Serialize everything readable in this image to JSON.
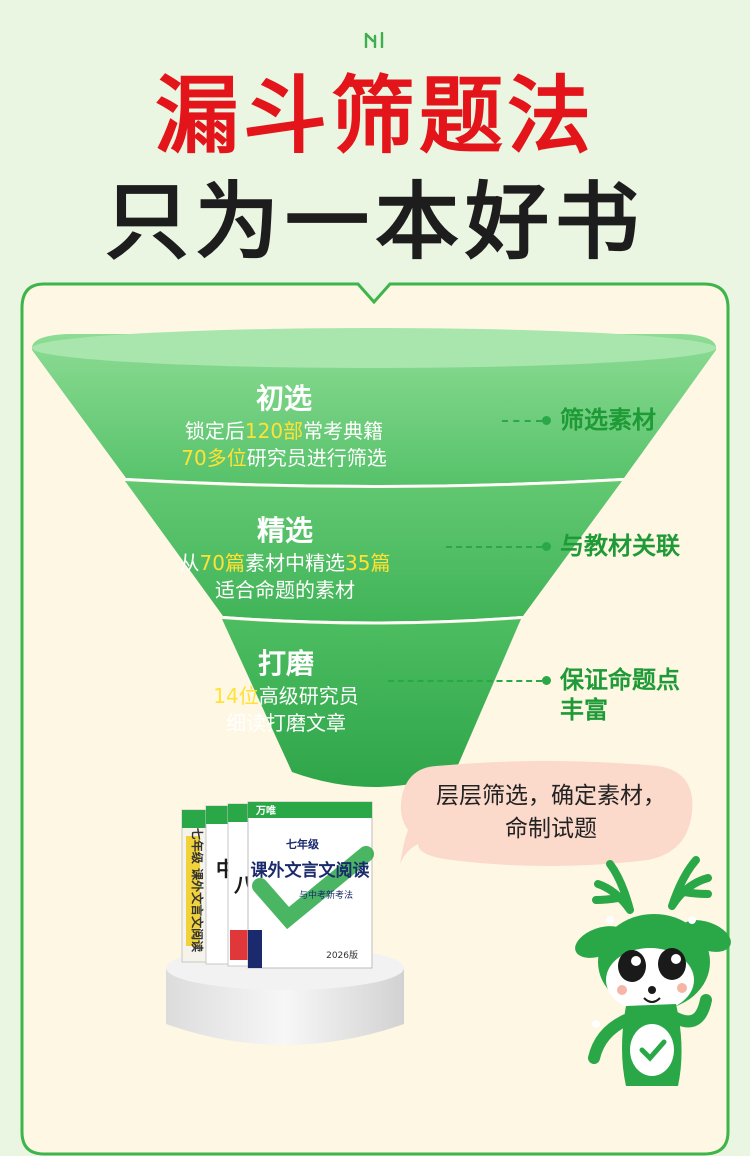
{
  "header": {
    "title_main": "漏斗筛题法",
    "title_sub": "只为一本好书"
  },
  "funnel": {
    "stages": [
      {
        "name": "初选",
        "line1": {
          "pre": "锁定后",
          "hl": "120部",
          "post": "常考典籍"
        },
        "line2": {
          "pre": "",
          "hl": "70多位",
          "post": "研究员进行筛选"
        }
      },
      {
        "name": "精选",
        "line1": {
          "pre": "从",
          "hl": "70篇",
          "mid": "素材中精选",
          "hl2": "35篇"
        },
        "line2": {
          "pre": "适合命题的素材",
          "hl": "",
          "post": ""
        }
      },
      {
        "name": "打磨",
        "line1": {
          "pre": "",
          "hl": "14位",
          "post": "高级研究员"
        },
        "line2": {
          "pre": "细读打磨文章",
          "hl": "",
          "post": ""
        }
      }
    ]
  },
  "side_labels": [
    "筛选素材",
    "与教材关联",
    "保证命题点",
    "丰富"
  ],
  "bubble_text": {
    "line1": "层层筛选，确定素材，",
    "line2": "命制试题"
  },
  "books": {
    "brand": "万唯",
    "grade": "七年级",
    "title": "课外文言文阅读",
    "subtitle": "与中考新考法",
    "spine_text": "七年级 课外文言文阅读",
    "edition": "2026版",
    "back_title_1": "中",
    "back_title_2": "八"
  },
  "colors": {
    "accent_red": "#e3141a",
    "accent_green": "#2aa847",
    "highlight": "#ffe234",
    "panel_bg": "#fdf7e4"
  }
}
